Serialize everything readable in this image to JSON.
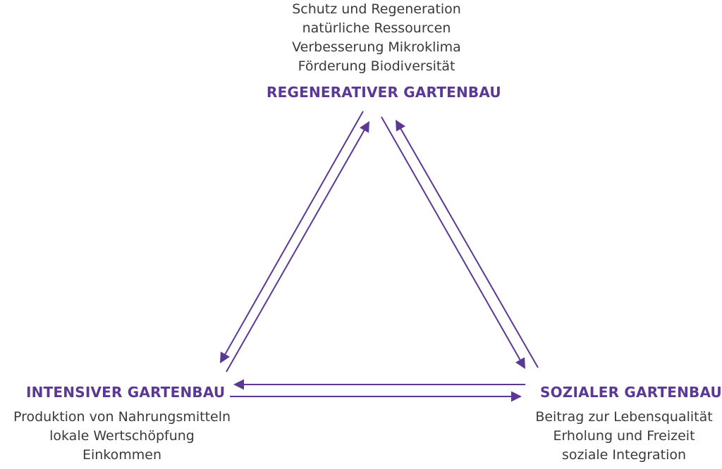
{
  "colors": {
    "accent": "#5b3894",
    "text": "#3a3a3a"
  },
  "nodes": {
    "regenerative": {
      "label": "REGENERATIVER GARTENBAU",
      "lines": [
        "Schutz und Regeneration",
        "natürliche Ressourcen",
        "Verbesserung Mikroklima",
        "Förderung Biodiversität"
      ]
    },
    "intensive": {
      "label": "INTENSIVER GARTENBAU",
      "lines": [
        "Produktion von Nahrungsmitteln",
        "lokale Wertschöpfung",
        "Einkommen"
      ]
    },
    "social": {
      "label": "SOZIALER GARTENBAU",
      "lines": [
        "Beitrag zur Lebensqualität",
        "Erholung und Freizeit",
        "soziale Integration"
      ]
    }
  },
  "connections": [
    {
      "from": "regenerative",
      "to": "intensive"
    },
    {
      "from": "intensive",
      "to": "regenerative"
    },
    {
      "from": "regenerative",
      "to": "social"
    },
    {
      "from": "social",
      "to": "regenerative"
    },
    {
      "from": "social",
      "to": "intensive"
    },
    {
      "from": "intensive",
      "to": "social"
    }
  ]
}
